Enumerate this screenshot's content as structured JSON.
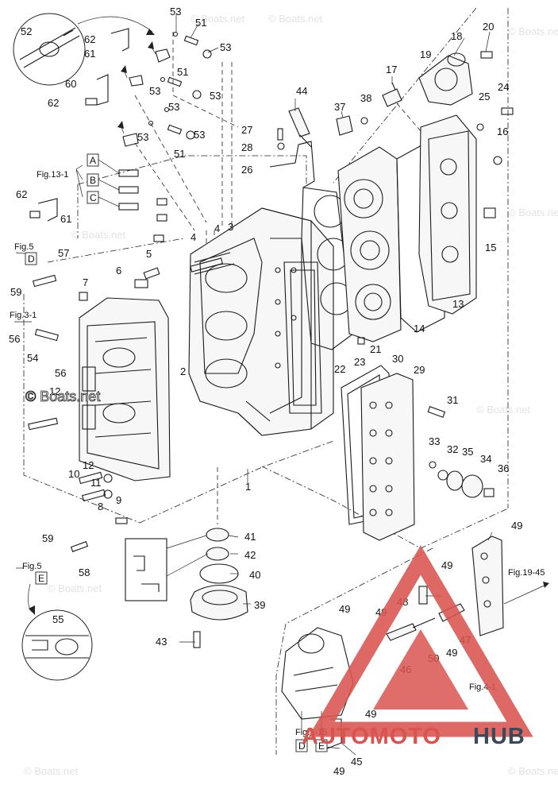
{
  "callouts": [
    {
      "id": "c1",
      "text": "1"
    },
    {
      "id": "c2",
      "text": "2"
    },
    {
      "id": "c3",
      "text": "3"
    },
    {
      "id": "c4a",
      "text": "4"
    },
    {
      "id": "c4b",
      "text": "4"
    },
    {
      "id": "c5",
      "text": "5"
    },
    {
      "id": "c6",
      "text": "6"
    },
    {
      "id": "c7",
      "text": "7"
    },
    {
      "id": "c8",
      "text": "8"
    },
    {
      "id": "c9",
      "text": "9"
    },
    {
      "id": "c10",
      "text": "10"
    },
    {
      "id": "c11",
      "text": "11"
    },
    {
      "id": "c12a",
      "text": "12"
    },
    {
      "id": "c12b",
      "text": "12"
    },
    {
      "id": "c13",
      "text": "13"
    },
    {
      "id": "c14",
      "text": "14"
    },
    {
      "id": "c15",
      "text": "15"
    },
    {
      "id": "c16",
      "text": "16"
    },
    {
      "id": "c17",
      "text": "17"
    },
    {
      "id": "c18",
      "text": "18"
    },
    {
      "id": "c19",
      "text": "19"
    },
    {
      "id": "c20",
      "text": "20"
    },
    {
      "id": "c21",
      "text": "21"
    },
    {
      "id": "c22",
      "text": "22"
    },
    {
      "id": "c23",
      "text": "23"
    },
    {
      "id": "c24",
      "text": "24"
    },
    {
      "id": "c25",
      "text": "25"
    },
    {
      "id": "c26",
      "text": "26"
    },
    {
      "id": "c27",
      "text": "27"
    },
    {
      "id": "c28",
      "text": "28"
    },
    {
      "id": "c29",
      "text": "29"
    },
    {
      "id": "c30",
      "text": "30"
    },
    {
      "id": "c31",
      "text": "31"
    },
    {
      "id": "c32",
      "text": "32"
    },
    {
      "id": "c33",
      "text": "33"
    },
    {
      "id": "c34",
      "text": "34"
    },
    {
      "id": "c35",
      "text": "35"
    },
    {
      "id": "c36",
      "text": "36"
    },
    {
      "id": "c37",
      "text": "37"
    },
    {
      "id": "c38",
      "text": "38"
    },
    {
      "id": "c39",
      "text": "39"
    },
    {
      "id": "c40",
      "text": "40"
    },
    {
      "id": "c41",
      "text": "41"
    },
    {
      "id": "c42",
      "text": "42"
    },
    {
      "id": "c43",
      "text": "43"
    },
    {
      "id": "c44",
      "text": "44"
    },
    {
      "id": "c45",
      "text": "45"
    },
    {
      "id": "c46",
      "text": "46"
    },
    {
      "id": "c47",
      "text": "47"
    },
    {
      "id": "c48",
      "text": "48"
    },
    {
      "id": "c49a",
      "text": "49"
    },
    {
      "id": "c49b",
      "text": "49"
    },
    {
      "id": "c49c",
      "text": "49"
    },
    {
      "id": "c49d",
      "text": "49"
    },
    {
      "id": "c49e",
      "text": "49"
    },
    {
      "id": "c49f",
      "text": "49"
    },
    {
      "id": "c49g",
      "text": "49"
    },
    {
      "id": "c50",
      "text": "50"
    },
    {
      "id": "c51a",
      "text": "51"
    },
    {
      "id": "c51b",
      "text": "51"
    },
    {
      "id": "c51c",
      "text": "51"
    },
    {
      "id": "c52",
      "text": "52"
    },
    {
      "id": "c53a",
      "text": "53"
    },
    {
      "id": "c53b",
      "text": "53"
    },
    {
      "id": "c53c",
      "text": "53"
    },
    {
      "id": "c53d",
      "text": "53"
    },
    {
      "id": "c53e",
      "text": "53"
    },
    {
      "id": "c53f",
      "text": "53"
    },
    {
      "id": "c53g",
      "text": "53"
    },
    {
      "id": "c54",
      "text": "54"
    },
    {
      "id": "c55",
      "text": "55"
    },
    {
      "id": "c56a",
      "text": "56"
    },
    {
      "id": "c56b",
      "text": "56"
    },
    {
      "id": "c57",
      "text": "57"
    },
    {
      "id": "c58",
      "text": "58"
    },
    {
      "id": "c59a",
      "text": "59"
    },
    {
      "id": "c59b",
      "text": "59"
    },
    {
      "id": "c60",
      "text": "60"
    },
    {
      "id": "c61a",
      "text": "61"
    },
    {
      "id": "c61b",
      "text": "61"
    },
    {
      "id": "c62a",
      "text": "62"
    },
    {
      "id": "c62b",
      "text": "62"
    },
    {
      "id": "c62c",
      "text": "62"
    }
  ],
  "figure_refs": {
    "fig13_1": "Fig.13-1",
    "fig5_top": "Fig.5",
    "fig3_1": "Fig.3-1",
    "fig5_bottom": "Fig.5",
    "fig19_45": "Fig.19-45",
    "fig4_1": "Fig.4-1",
    "fig5_15": "Fig.5-15"
  },
  "box_labels": {
    "a": "A",
    "b": "B",
    "c": "C",
    "d_left": "D",
    "e_left": "E",
    "d_bottom": "D",
    "e_bottom": "E"
  },
  "watermark": {
    "text": "© Boats.net",
    "bold_text": "© Boats.net"
  },
  "logo": {
    "part1": "AUTOMOTO",
    "part2": "HUB",
    "color_red": "#d9534f",
    "color_dark": "#3b4a5a"
  }
}
